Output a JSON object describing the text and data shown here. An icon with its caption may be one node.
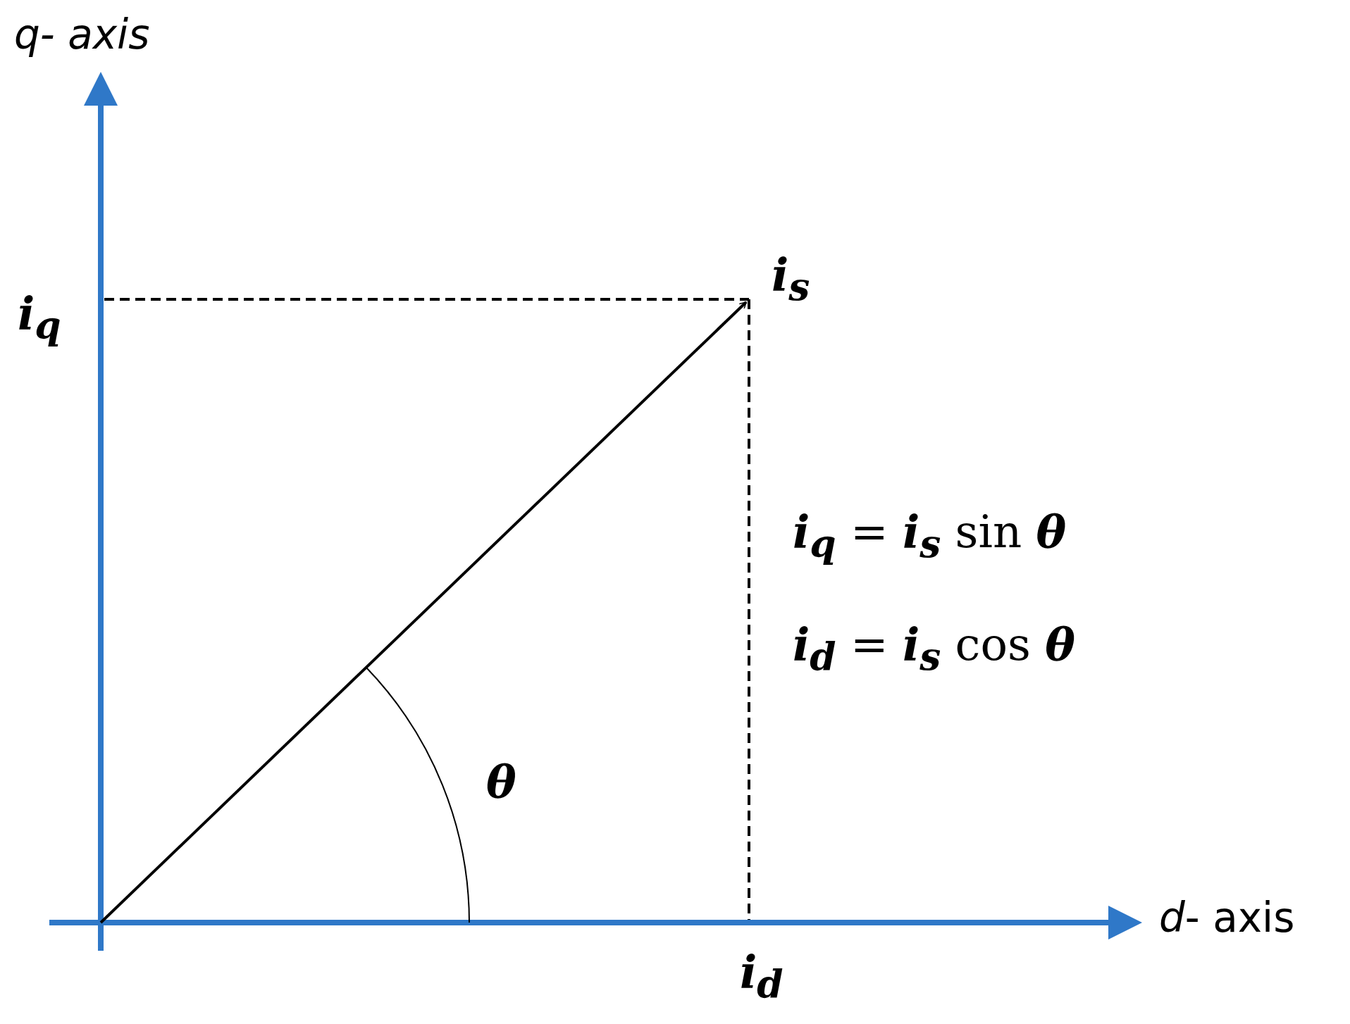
{
  "diagram": {
    "labels": [
      "*q- axis*",
      "**i$_{s}$**",
      "**i$_{q}$**",
      "**i$_{q}$** = **i$_{s}$** sin **θ**",
      "**i$_{d}$** = **i$_{s}$** cos **θ**",
      "**θ**",
      "*d*- axis",
      "**i$_{d}$**"
    ]
  }
}
